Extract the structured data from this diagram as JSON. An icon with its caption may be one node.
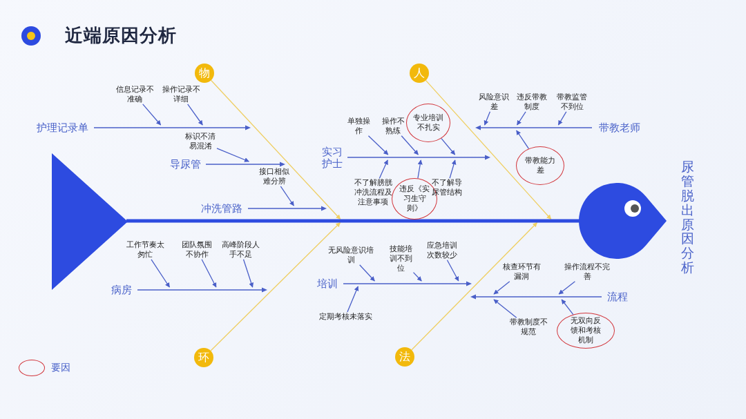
{
  "diagram": {
    "title": "近端原因分析",
    "nodes": [
      {
        "text": [],
        "shape": "triangle"
      },
      {
        "text": [],
        "shape": "circle",
        "beside": [
          "尿管脱出原因分析"
        ]
      },
      {
        "text": [
          "物"
        ]
      },
      {
        "text": [
          "信息记录不准确"
        ]
      },
      {
        "text": [
          "操作记录不详细"
        ]
      },
      {
        "text": [
          "护理记录单"
        ]
      },
      {
        "text": [
          "标识不清易混淆"
        ]
      },
      {
        "text": [
          "导尿管"
        ]
      },
      {
        "text": [
          "接口相似难分辨"
        ]
      },
      {
        "text": [
          "冲洗管路"
        ]
      },
      {
        "text": [
          "人"
        ]
      },
      {
        "text": [
          "风险意识差"
        ]
      },
      {
        "text": [
          "违反带教制度"
        ]
      },
      {
        "text": [
          "带教监管不到位"
        ]
      },
      {
        "text": [
          "带教老师"
        ]
      },
      {
        "text": [
          "带教能力差"
        ]
      },
      {
        "text": [
          "单独操作"
        ]
      },
      {
        "text": [
          "操作不熟练"
        ]
      },
      {
        "text": [
          "专业培训不扎实"
        ]
      },
      {
        "text": [
          "实习护士"
        ]
      },
      {
        "text": [
          "不了解膀胱冲洗流程及注意事项"
        ]
      },
      {
        "text": [
          "违反《实习生守则》"
        ]
      },
      {
        "text": [
          "不了解导尿管结构"
        ]
      },
      {
        "text": [
          "工作节奏太匆忙"
        ]
      },
      {
        "text": [
          "团队氛围不协作"
        ]
      },
      {
        "text": [
          "高峰阶段人手不足"
        ]
      },
      {
        "text": [
          "病房"
        ]
      },
      {
        "text": [
          "环"
        ]
      },
      {
        "text": [
          "无风险意识培训"
        ]
      },
      {
        "text": [
          "技能培训不到位"
        ]
      },
      {
        "text": [
          "应急培训次数较少"
        ]
      },
      {
        "text": [
          "培训"
        ]
      },
      {
        "text": [
          "定期考核未落实"
        ]
      },
      {
        "text": [
          "核查环节有漏洞"
        ]
      },
      {
        "text": [
          "操作流程不完善"
        ]
      },
      {
        "text": [
          "流程"
        ]
      },
      {
        "text": [
          "带教制度不规范"
        ]
      },
      {
        "text": [
          "无双向反馈和考核机制"
        ]
      },
      {
        "text": [
          "法"
        ]
      },
      {
        "text": [],
        "shape": "bar"
      },
      {
        "text": [],
        "shape": "bar"
      },
      {
        "text": [],
        "shape": "bar"
      },
      {
        "text": [],
        "shape": "bar"
      },
      {
        "text": [],
        "shape": "bar"
      },
      {
        "text": [],
        "shape": "bar"
      },
      {
        "text": [],
        "shape": "bar"
      },
      {
        "text": [],
        "shape": "bar"
      },
      {
        "text": [],
        "shape": "bar"
      }
    ],
    "edges": [
      {
        "from": 2,
        "to": 44,
        "arrow": "to",
        "color": "#efcf63"
      },
      {
        "from": 10,
        "to": 44,
        "arrow": "to",
        "color": "#efcf63"
      },
      {
        "from": 27,
        "to": 44,
        "arrow": "to",
        "color": "#efcf63"
      },
      {
        "from": 38,
        "to": 44,
        "arrow": "to",
        "color": "#efcf63"
      },
      {
        "from": 3,
        "to": 39,
        "arrow": "to"
      },
      {
        "from": 4,
        "to": 39,
        "arrow": "to"
      },
      {
        "from": 6,
        "to": 42,
        "arrow": "to"
      },
      {
        "from": 8,
        "to": 43,
        "arrow": "to"
      },
      {
        "from": 11,
        "to": 40,
        "arrow": "to"
      },
      {
        "from": 12,
        "to": 40,
        "arrow": "to"
      },
      {
        "from": 13,
        "to": 40,
        "arrow": "to"
      },
      {
        "from": 15,
        "to": 40,
        "arrow": "to"
      },
      {
        "from": 16,
        "to": 41,
        "arrow": "to"
      },
      {
        "from": 17,
        "to": 41,
        "arrow": "to"
      },
      {
        "from": 18,
        "to": 41,
        "arrow": "to"
      },
      {
        "from": 20,
        "to": 41,
        "arrow": "to"
      },
      {
        "from": 21,
        "to": 41,
        "arrow": "to"
      },
      {
        "from": 22,
        "to": 41,
        "arrow": "to"
      },
      {
        "from": 23,
        "to": 46,
        "arrow": "to"
      },
      {
        "from": 24,
        "to": 46,
        "arrow": "to"
      },
      {
        "from": 25,
        "to": 46,
        "arrow": "to"
      },
      {
        "from": 28,
        "to": 45,
        "arrow": "to"
      },
      {
        "from": 29,
        "to": 45,
        "arrow": "to"
      },
      {
        "from": 30,
        "to": 45,
        "arrow": "to"
      },
      {
        "from": 32,
        "to": 45,
        "arrow": "to"
      },
      {
        "from": 33,
        "to": 47,
        "arrow": "to"
      },
      {
        "from": 34,
        "to": 47,
        "arrow": "to"
      },
      {
        "from": 36,
        "to": 47,
        "arrow": "to"
      },
      {
        "from": 37,
        "to": 47,
        "arrow": "to"
      }
    ],
    "legend": [
      {
        "text": "要因"
      }
    ]
  }
}
